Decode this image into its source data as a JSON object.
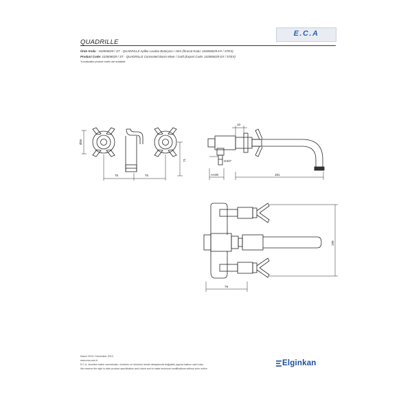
{
  "header": {
    "title": "QUADRILLE",
    "logo_text": "E.C.A"
  },
  "spec": {
    "line1_label": "Ürün Kodu",
    "line1_text": ": 102806029 / ST - QUADRILLE Aplike Lavabo Bataryası / Altın (İhracat Kodu: 102806029 EX / STEX)",
    "line2_label": "Product Code:",
    "line2_text": "102806029 / ST - QUADRILLE Concealed Basin Mixer / Gold (Export Code: 102806029 EX / STEX)",
    "line3_text": "*Localization product codes are available."
  },
  "drawing": {
    "front_view": {
      "dim_height": "Ø55",
      "dim_vertical": "71",
      "dim_left": "75",
      "dim_right": "75"
    },
    "side_view": {
      "dim_top": "10",
      "dim_thread": "G3/4\"",
      "dim_depth": "AA30",
      "dim_length": "181"
    },
    "top_view": {
      "dim_height": "190",
      "dim_width": "79"
    }
  },
  "footer": {
    "date": "Kasım 2013 / November 2013",
    "website": "www.eca.com.tr",
    "note_tr": "E.C.A. önceden haber vermeksizin, ürünlerin ve ürünlerin teknik detaylarında değişiklik yapma hakkını saklı tutar.",
    "note_en": "We reserve the right to alter product specification and colors and to make technical modifications without prior notice.",
    "brand": "Elginkan"
  },
  "colors": {
    "brand_blue": "#1d4f9c",
    "logo_blue": "#2a62b3"
  }
}
